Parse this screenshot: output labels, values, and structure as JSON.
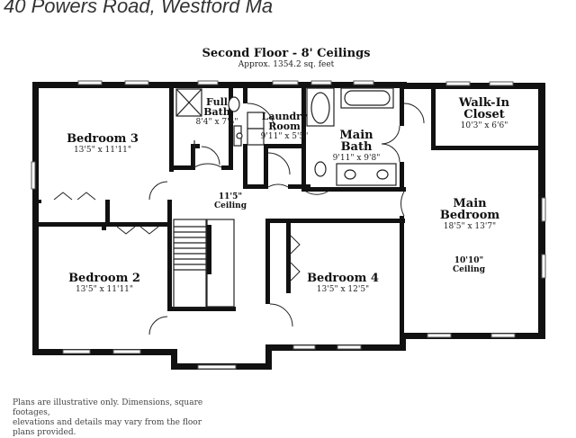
{
  "header": {
    "address": "40 Powers Road, Westford Ma"
  },
  "plan": {
    "floor_title": "Second Floor - 8' Ceilings",
    "area": "Approx. 1354.2 sq. feet",
    "rooms": [
      {
        "name": "Bedroom 3",
        "dims": "13'5\" x 11'11\""
      },
      {
        "name_lines": [
          "Full",
          "Bath"
        ],
        "dims": "8'4\" x 7'5\""
      },
      {
        "name_lines": [
          "Laundry",
          "Room"
        ],
        "dims": "9'11\" x 5'5\""
      },
      {
        "name_lines": [
          "Main",
          "Bath"
        ],
        "dims": "9'11\" x 9'8\""
      },
      {
        "name_lines": [
          "Walk-In",
          "Closet"
        ],
        "dims": "10'3\" x 6'6\""
      },
      {
        "name_lines": [
          "Main",
          "Bedroom"
        ],
        "dims": "18'5\" x 13'7\""
      },
      {
        "name": "Bedroom 2",
        "dims": "13'5\" x 11'11\""
      },
      {
        "name": "Bedroom 4",
        "dims": "13'5\" x 12'5\""
      }
    ],
    "ceilings": [
      {
        "height": "11'5\"",
        "label": "Ceiling"
      },
      {
        "height": "10'10\"",
        "label": "Ceiling"
      }
    ]
  },
  "footer": {
    "disclaimer_line1": "Plans are illustrative only. Dimensions, square footages,",
    "disclaimer_line2": "elevations and details may vary from the floor plans provided."
  }
}
